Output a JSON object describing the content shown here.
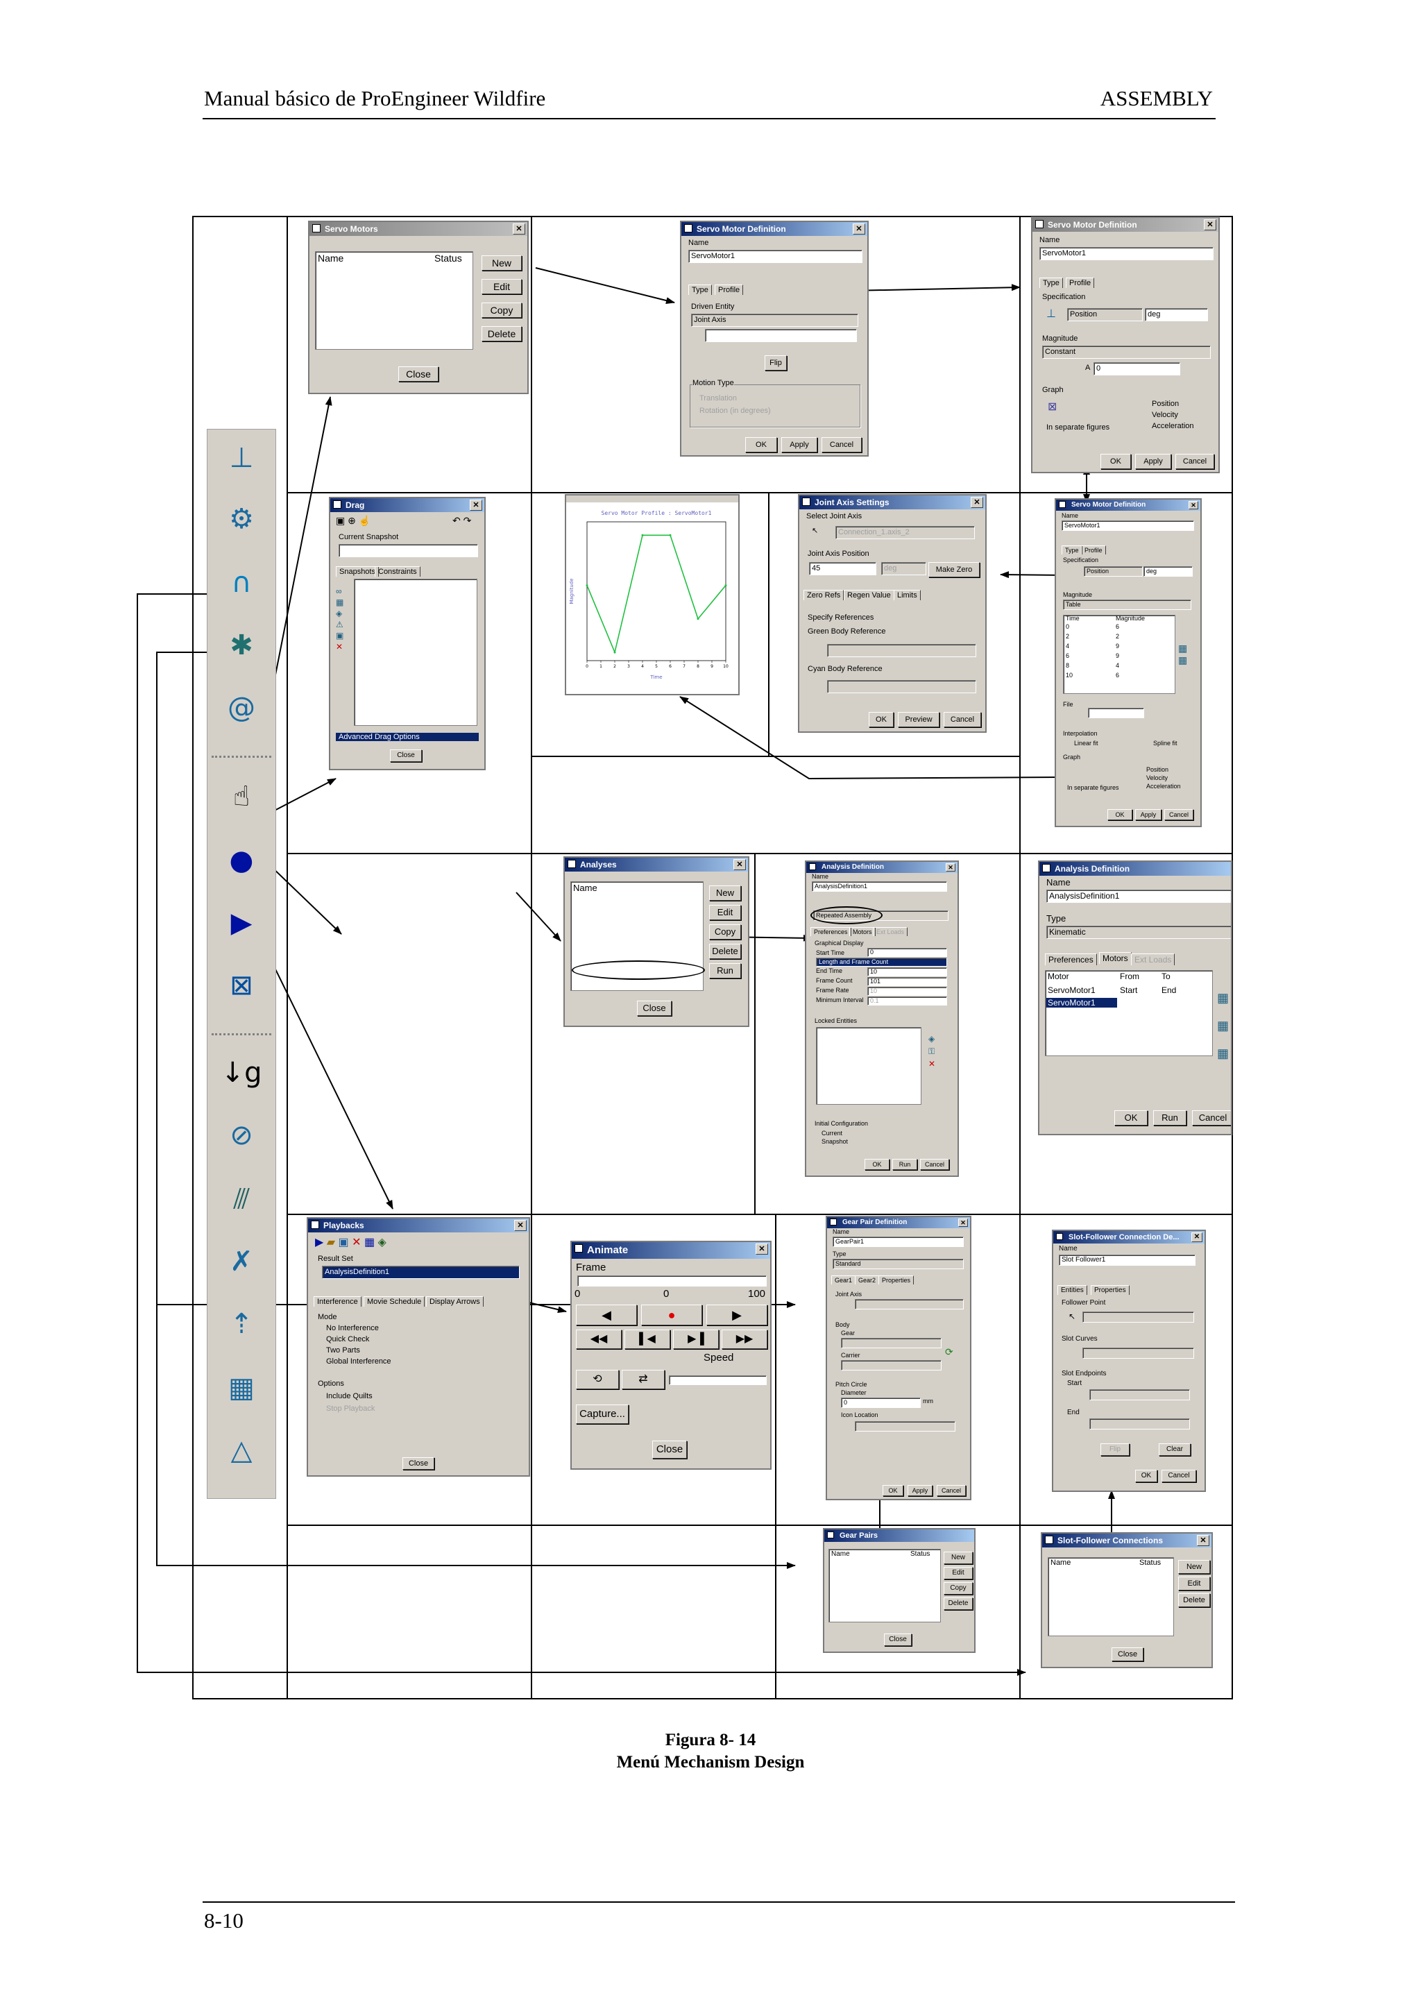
{
  "header": {
    "title": "Manual básico de ProEngineer Wildfire",
    "section": "ASSEMBLY"
  },
  "footer": {
    "page": "8-10"
  },
  "caption": {
    "figure": "Figura 8- 14",
    "text": "Menú Mechanism Design"
  },
  "toolbar": {
    "icons": [
      "coordinate-system-icon",
      "joint-connection-icon",
      "servo-motor-icon",
      "gear-icon",
      "spring-icon",
      "drag-hand-icon",
      "run-analysis-icon",
      "playback-icon",
      "measure-graph-icon",
      "gravity-icon",
      "force-icon",
      "damper-icon",
      "slot-follower-icon",
      "cam-icon",
      "shading-icon",
      "bearing-icon"
    ]
  },
  "servo_motors": {
    "title": "Servo Motors",
    "col_name": "Name",
    "col_status": "Status",
    "new": "New",
    "edit": "Edit",
    "copy": "Copy",
    "delete": "Delete",
    "close": "Close"
  },
  "smd1": {
    "title": "Servo Motor Definition",
    "name_label": "Name",
    "name_value": "ServoMotor1",
    "tab_type": "Type",
    "tab_profile": "Profile",
    "driven_entity": "Driven Entity",
    "joint_axis": "Joint Axis",
    "flip": "Flip",
    "motion_type": "Motion Type",
    "translation": "Translation",
    "rotation": "Rotation (in degrees)",
    "ok": "OK",
    "apply": "Apply",
    "cancel": "Cancel"
  },
  "smd2": {
    "title": "Servo Motor Definition",
    "name_label": "Name",
    "name_value": "ServoMotor1",
    "tab_type": "Type",
    "tab_profile": "Profile",
    "specification": "Specification",
    "position": "Position",
    "deg": "deg",
    "magnitude": "Magnitude",
    "constant": "Constant",
    "a_label": "A",
    "a_value": "0",
    "graph": "Graph",
    "chk_position": "Position",
    "chk_velocity": "Velocity",
    "chk_accel": "Acceleration",
    "separate": "In separate figures",
    "ok": "OK",
    "apply": "Apply",
    "cancel": "Cancel"
  },
  "drag": {
    "title": "Drag",
    "current_snapshot": "Current Snapshot",
    "tab_snapshots": "Snapshots",
    "tab_constraints": "Constraints",
    "advanced": "Advanced Drag Options",
    "close": "Close"
  },
  "graph": {
    "title": "Servo Motor Profile : ServoMotor1",
    "ylabel": "Magnitude",
    "xlabel": "Time",
    "x_ticks": [
      "0",
      "1",
      "2",
      "3",
      "4",
      "5",
      "6",
      "7",
      "8",
      "9",
      "10"
    ],
    "x_pts": [
      0,
      2,
      4,
      6,
      8,
      10
    ],
    "y_pts": [
      6,
      2,
      9,
      9,
      4,
      6
    ],
    "ylim": [
      1.5,
      9.8
    ]
  },
  "jas": {
    "title": "Joint Axis Settings",
    "select_axis": "Select Joint Axis",
    "axis_value": "Connection_1.axis_2",
    "axis_position": "Joint Axis Position",
    "pos_value": "45",
    "deg": "deg",
    "make_zero": "Make Zero",
    "tab_zero": "Zero Refs",
    "tab_regen": "Regen Value",
    "tab_limits": "Limits",
    "specify": "Specify References",
    "green_body": "Green Body Reference",
    "cyan_body": "Cyan Body Reference",
    "ok": "OK",
    "preview": "Preview",
    "cancel": "Cancel"
  },
  "smd3": {
    "title": "Servo Motor Definition",
    "name_label": "Name",
    "name_value": "ServoMotor1",
    "tab_type": "Type",
    "tab_profile": "Profile",
    "specification": "Specification",
    "position": "Position",
    "deg": "deg",
    "magnitude": "Magnitude",
    "table": "Table",
    "col_time": "Time",
    "col_mag": "Magnitude",
    "rows": [
      [
        "0",
        "6"
      ],
      [
        "2",
        "2"
      ],
      [
        "4",
        "9"
      ],
      [
        "6",
        "9"
      ],
      [
        "8",
        "4"
      ],
      [
        "10",
        "6"
      ]
    ],
    "file": "File",
    "interpolation": "Interpolation",
    "linear": "Linear fit",
    "spline": "Spline fit",
    "graph": "Graph",
    "chk_position": "Position",
    "chk_velocity": "Velocity",
    "chk_accel": "Acceleration",
    "separate": "In separate figures",
    "ok": "OK",
    "apply": "Apply",
    "cancel": "Cancel"
  },
  "analyses": {
    "title": "Analyses",
    "col_name": "Name",
    "new": "New",
    "edit": "Edit",
    "copy": "Copy",
    "delete": "Delete",
    "run": "Run",
    "close": "Close"
  },
  "ad1": {
    "title": "Analysis Definition",
    "name_label": "Name",
    "name_value": "AnalysisDefinition1",
    "type_value": "Repeated Assembly",
    "tab_pref": "Preferences",
    "tab_motors": "Motors",
    "tab_ext": "Ext Loads",
    "graphical": "Graphical Display",
    "start_time": "Start Time",
    "start_val": "0",
    "length_fc": "Length and Frame Count",
    "end_time": "End Time",
    "end_val": "10",
    "frame_count": "Frame Count",
    "fc_val": "101",
    "frame_rate": "Frame Rate",
    "fr_val": "10",
    "min_interval": "Minimum Interval",
    "mi_val": "0.1",
    "locked": "Locked Entities",
    "initial": "Initial Configuration",
    "current": "Current",
    "snapshot": "Snapshot",
    "ok": "OK",
    "run": "Run",
    "cancel": "Cancel"
  },
  "ad2": {
    "title": "Analysis Definition",
    "name_label": "Name",
    "name_value": "AnalysisDefinition1",
    "type_label": "Type",
    "type_value": "Kinematic",
    "tab_pref": "Preferences",
    "tab_motors": "Motors",
    "tab_ext": "Ext Loads",
    "col_motor": "Motor",
    "col_from": "From",
    "col_to": "To",
    "row1": "ServoMotor1",
    "row1_from": "Start",
    "row1_to": "End",
    "row2": "ServoMotor1",
    "ok": "OK",
    "run": "Run",
    "cancel": "Cancel"
  },
  "playbacks": {
    "title": "Playbacks",
    "result_set": "Result Set",
    "result_value": "AnalysisDefinition1",
    "tab_interf": "Interference",
    "tab_movie": "Movie Schedule",
    "tab_arrows": "Display Arrows",
    "mode": "Mode",
    "no_interf": "No Interference",
    "quick": "Quick Check",
    "two_parts": "Two Parts",
    "global": "Global Interference",
    "options": "Options",
    "include_quilts": "Include Quilts",
    "stop": "Stop Playback",
    "close": "Close"
  },
  "animate": {
    "title": "Animate",
    "frame": "Frame",
    "f_min": "0",
    "f_cur": "0",
    "f_max": "100",
    "speed": "Speed",
    "capture": "Capture...",
    "close": "Close"
  },
  "gpd": {
    "title": "Gear Pair Definition",
    "name_label": "Name",
    "name_value": "GearPair1",
    "type_label": "Type",
    "type_value": "Standard",
    "tab_g1": "Gear1",
    "tab_g2": "Gear2",
    "tab_props": "Properties",
    "joint_axis": "Joint Axis",
    "body": "Body",
    "gear": "Gear",
    "carrier": "Carrier",
    "pitch": "Pitch Circle",
    "diameter": "Diameter",
    "dia_val": "0",
    "mm": "mm",
    "icon_loc": "Icon Location",
    "ok": "OK",
    "apply": "Apply",
    "cancel": "Cancel"
  },
  "sfd": {
    "title": "Slot-Follower Connection De...",
    "name_label": "Name",
    "name_value": "Slot Follower1",
    "tab_entities": "Entities",
    "tab_props": "Properties",
    "follower": "Follower Point",
    "curves": "Slot Curves",
    "endpoints": "Slot Endpoints",
    "start": "Start",
    "end": "End",
    "flip": "Flip",
    "clear": "Clear",
    "ok": "OK",
    "cancel": "Cancel"
  },
  "gear_pairs": {
    "title": "Gear Pairs",
    "col_name": "Name",
    "col_status": "Status",
    "new": "New",
    "edit": "Edit",
    "copy": "Copy",
    "delete": "Delete",
    "close": "Close"
  },
  "sfc": {
    "title": "Slot-Follower Connections",
    "col_name": "Name",
    "col_status": "Status",
    "new": "New",
    "edit": "Edit",
    "delete": "Delete",
    "close": "Close"
  }
}
